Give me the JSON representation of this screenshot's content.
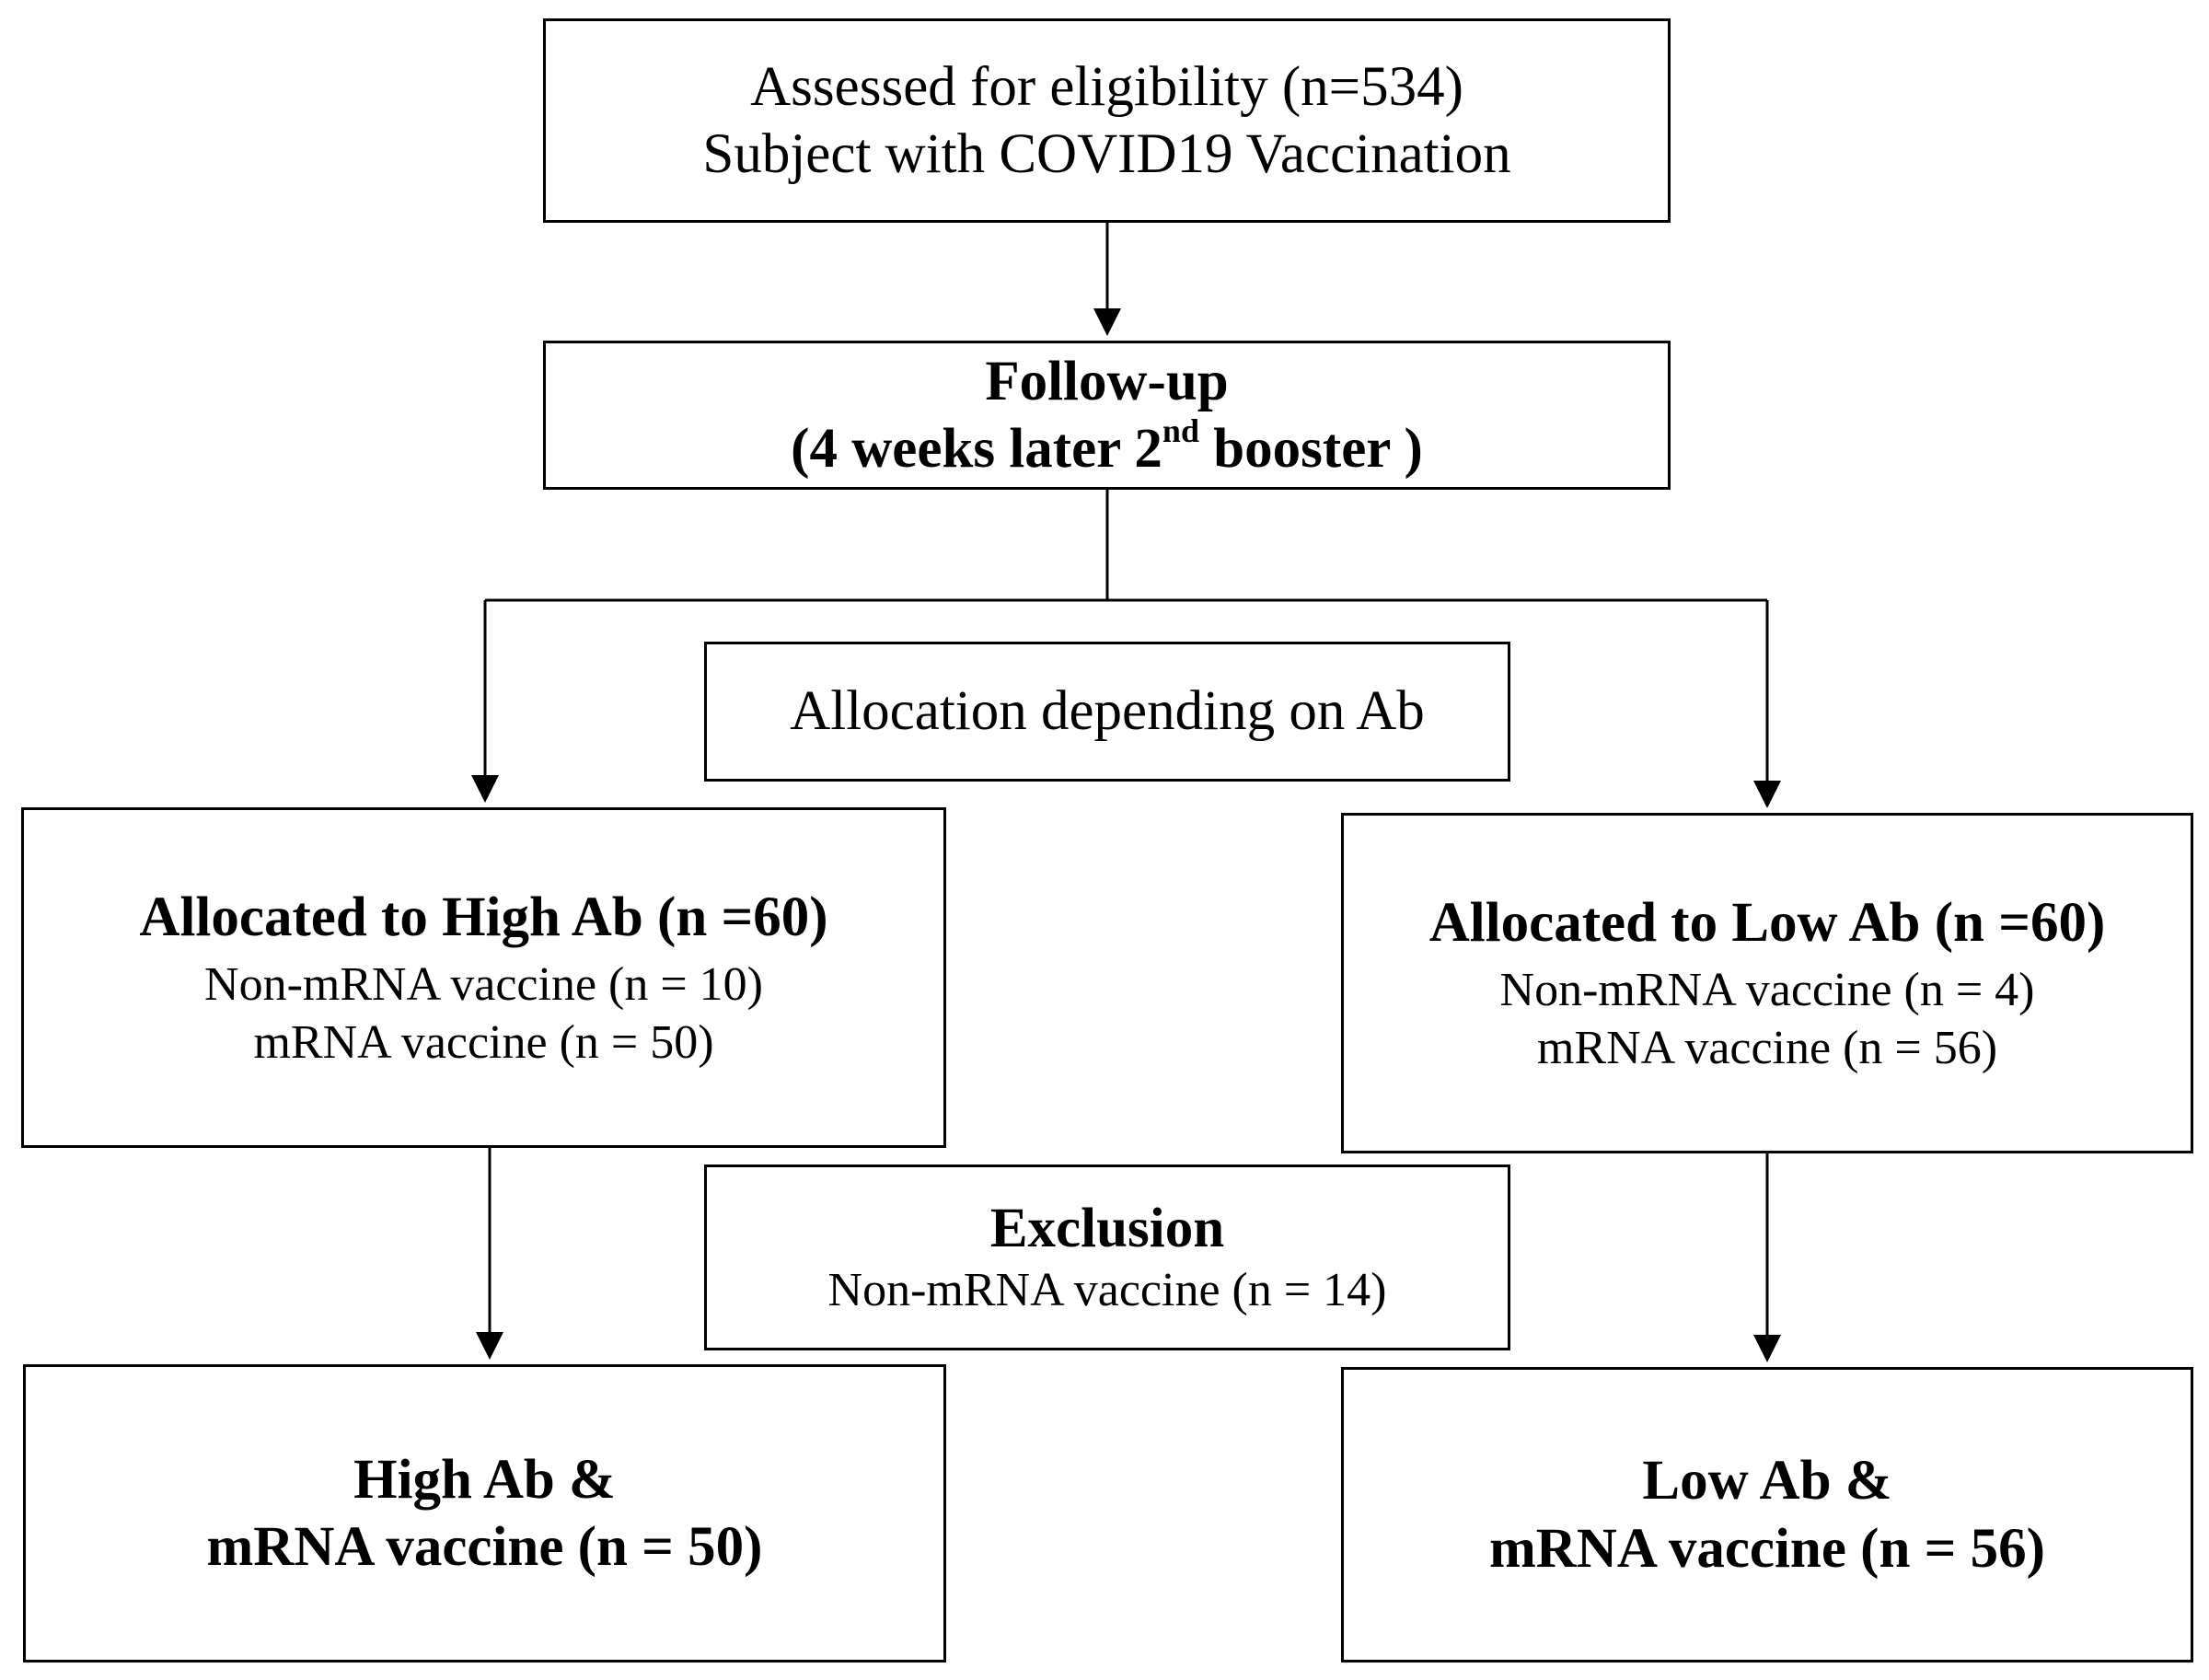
{
  "eligibility": {
    "line1": "Assessed for eligibility (n=534)",
    "line2": "Subject with COVID19 Vaccination"
  },
  "followup": {
    "line1": "Follow-up",
    "line2_pre": "(4 weeks later 2",
    "line2_sup": "nd",
    "line2_post": " booster )"
  },
  "allocation": {
    "label": "Allocation depending on Ab"
  },
  "high_ab": {
    "title": "Allocated to High Ab (n =60)",
    "non_mrna": "Non-mRNA vaccine (n = 10)",
    "mrna": "mRNA vaccine (n = 50)"
  },
  "low_ab": {
    "title": "Allocated to Low Ab (n =60)",
    "non_mrna": "Non-mRNA vaccine (n = 4)",
    "mrna": "mRNA vaccine (n = 56)"
  },
  "exclusion": {
    "title": "Exclusion",
    "detail": "Non-mRNA vaccine (n = 14)"
  },
  "high_final": {
    "line1": "High Ab &",
    "line2": "mRNA vaccine (n = 50)"
  },
  "low_final": {
    "line1": "Low Ab &",
    "line2": "mRNA vaccine (n = 56)"
  }
}
